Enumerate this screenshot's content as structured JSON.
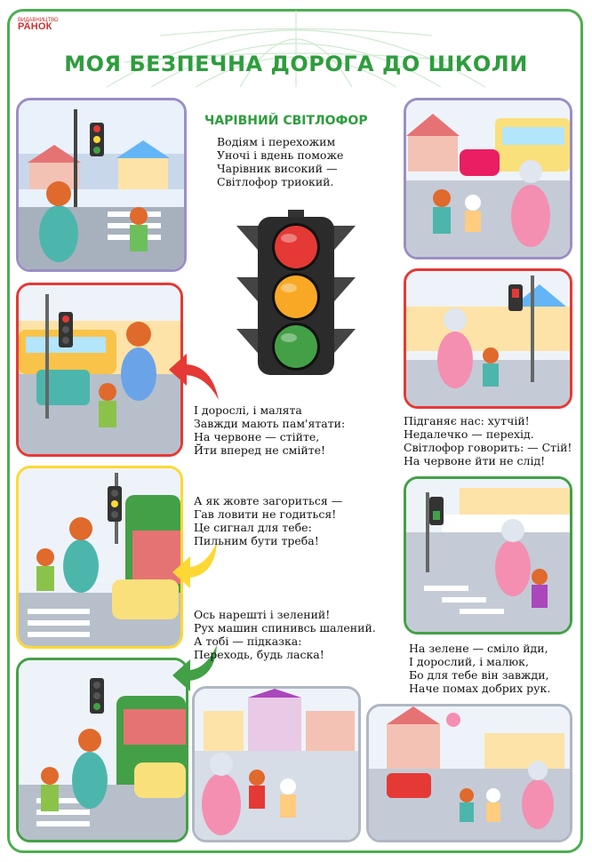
{
  "publisher": {
    "small": "ВИДАВНИЦТВО",
    "name": "РАНОК"
  },
  "title": "МОЯ БЕЗПЕЧНА ДОРОГА ДО ШКОЛИ",
  "intro": {
    "heading": "ЧАРІВНИЙ СВІТЛОФОР",
    "lines": [
      "Водіям і перехожим",
      "Уночі і вдень поможе",
      "Чарівник високий —",
      "Світлофор триокий."
    ]
  },
  "verses": [
    {
      "id": "red",
      "lines": [
        "І дорослі, і малята",
        "Завжди мають пам'ятати:",
        "На червоне — стійте,",
        "Йти вперед не смійте!"
      ]
    },
    {
      "id": "yellow",
      "lines": [
        "А як жовте загориться —",
        "Гав ловити не годиться!",
        "Це сигнал для тебе:",
        "Пильним бути треба!"
      ]
    },
    {
      "id": "green",
      "lines": [
        "Ось нарешті і зелений!",
        "Рух машин спинивсь шалений.",
        "А тобі — підказка:",
        "Переходь, будь ласка!"
      ]
    },
    {
      "id": "hurry",
      "lines": [
        "Підганяє нас: хутчій!",
        "Недалечко — перехід.",
        "Світлофор говорить: — Стій!",
        "На червоне йти не слід!"
      ]
    },
    {
      "id": "go",
      "lines": [
        "На зелене — сміло йди,",
        "І дорослий, і малюк,",
        "Бо для тебе він завжди,",
        "Наче помах добрих рук."
      ]
    }
  ],
  "colors": {
    "accent": "#2e9d3d",
    "red": "#e53935",
    "yellow": "#fdd835",
    "green": "#43a047",
    "purple": "#9b8ec4"
  }
}
